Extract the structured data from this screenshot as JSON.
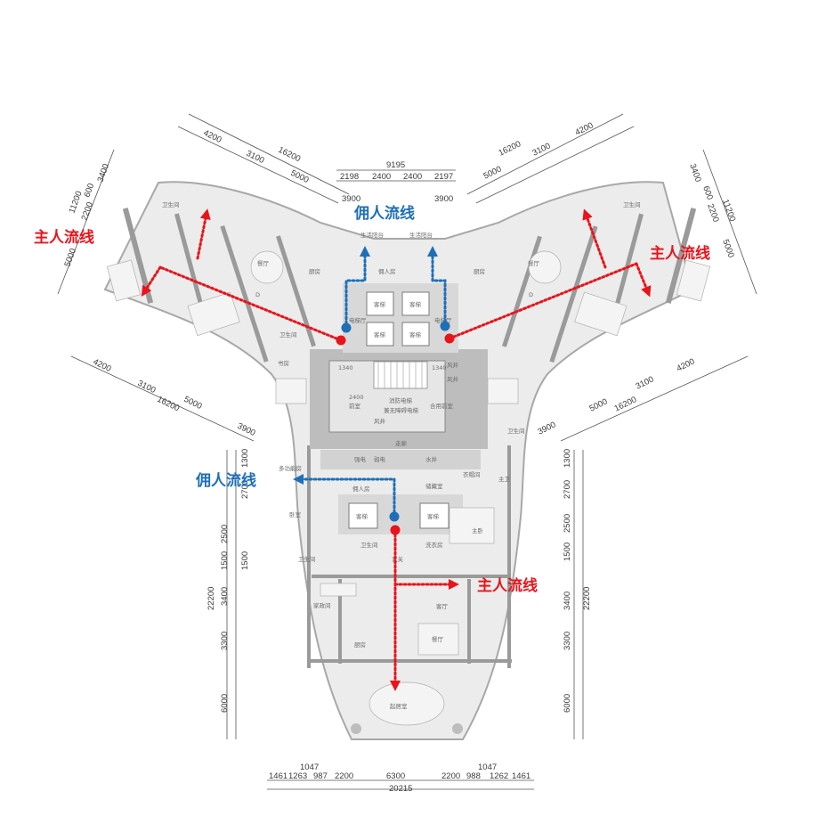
{
  "colors": {
    "master_flow": "#e8141c",
    "servant_flow": "#1e6fb8",
    "floor": "#ececec",
    "wall": "#9a9a9a",
    "core": "#bdbdbd",
    "dimension": "#3a3a3a"
  },
  "flow_labels": {
    "master_top_left": "主人流线",
    "servant_top": "佣人流线",
    "master_top_right": "主人流线",
    "servant_middle": "佣人流线",
    "master_bottom": "主人流线"
  },
  "dimensions": {
    "top_total": "9195",
    "top_parts": [
      "2198",
      "2400",
      "2400",
      "2197"
    ],
    "top_3900_left": "3900",
    "top_3900_right": "3900",
    "upper_left_arm": [
      "4200",
      "3100",
      "16200",
      "5000"
    ],
    "upper_right_arm": [
      "16200",
      "4200",
      "3100",
      "5000"
    ],
    "left_vertical": [
      "3400",
      "600",
      "11200",
      "2200",
      "5000"
    ],
    "right_vertical": [
      "3400",
      "600",
      "11200",
      "2200",
      "5000"
    ],
    "lower_left_arm": [
      "4200",
      "3100",
      "16200",
      "5000",
      "3900"
    ],
    "lower_right_arm": [
      "4200",
      "3100",
      "5000",
      "16200",
      "3900"
    ],
    "bottom_left_vertical": [
      "1300",
      "2700",
      "2500",
      "1500",
      "1500",
      "22200",
      "3400",
      "3300",
      "6000"
    ],
    "bottom_right_vertical": [
      "1300",
      "2700",
      "2500",
      "1500",
      "3400",
      "22200",
      "3300",
      "6000"
    ],
    "bottom_upper": [
      "1047",
      "1047"
    ],
    "bottom_parts": [
      "1461",
      "1263",
      "987",
      "2200",
      "6300",
      "2200",
      "988",
      "1262",
      "1461"
    ],
    "bottom_total": "20215"
  },
  "rooms": {
    "bath_l1": "卫生间",
    "dining_l": "餐厅",
    "kitchen_l": "厨房",
    "mark_d_left": "D",
    "bath_l2": "卫生间",
    "study_l": "书房",
    "dining_r": "餐厅",
    "kitchen_r": "厨房",
    "mark_d_right": "D",
    "bath_r1": "卫生间",
    "balcony_l": "生活阳台",
    "balcony_r": "生活阳台",
    "servant_room": "佣人房",
    "lobby_l": "电梯厅",
    "lobby_r": "电梯厅",
    "lift_1": "客梯",
    "lift_2": "客梯",
    "lift_3": "客梯",
    "lift_4": "客梯",
    "lift_5": "客梯",
    "lift_6": "客梯",
    "fire_lift": "消防电梯",
    "barrier_free": "兼无障碍电梯",
    "front_room": "前室",
    "shared_front": "合用前室",
    "shaft_1": "风井",
    "shaft_2": "风井",
    "shaft_3": "风井",
    "dim_1340": "1340",
    "dim_1340b": "1340",
    "dim_2400": "2400",
    "corridor": "走廊",
    "strong_elec": "强电",
    "weak_elec": "弱电",
    "water": "水井",
    "bedroom_l": "卧室",
    "bath_l3": "卫生间",
    "bath_r2": "卫生间",
    "bedroom_r": "主卧",
    "main_bath": "主卫",
    "cloak": "衣帽间",
    "bath_c": "卫生间",
    "servant_c": "佣人房",
    "storage": "储藏室",
    "laundry": "洗衣房",
    "living_c": "客厅",
    "dining_c": "餐厅",
    "kitchen_c": "厨房",
    "dining_area": "家政间",
    "living_lounge": "起居室",
    "entry": "玄关",
    "multi_room": "多功能房"
  }
}
